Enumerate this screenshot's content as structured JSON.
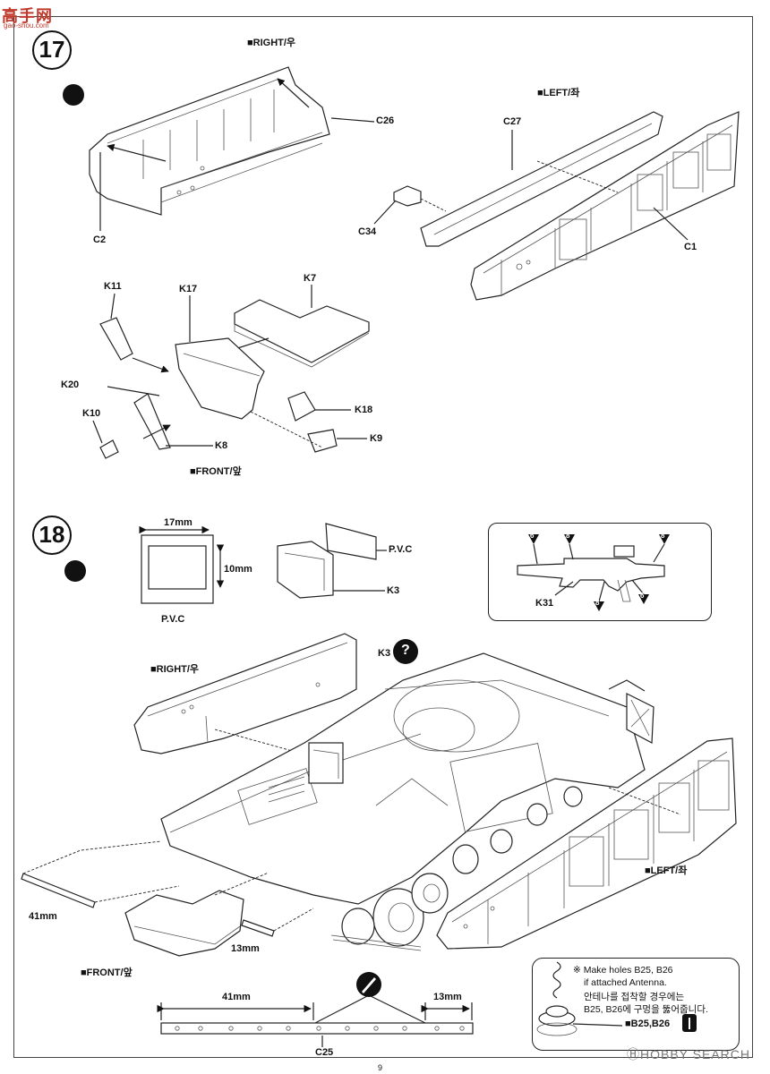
{
  "header": {
    "logo": "高手网",
    "logo_sub": "gao-shou.com"
  },
  "step17": {
    "number": "17",
    "right_label": "■RIGHT/우",
    "left_label": "■LEFT/좌",
    "front_label": "■FRONT/앞",
    "parts": [
      "C26",
      "C2",
      "C27",
      "C34",
      "C1",
      "K7",
      "K11",
      "K17",
      "K20",
      "K18",
      "K10",
      "K9",
      "K8"
    ]
  },
  "step18": {
    "number": "18",
    "pvc_width": "17mm",
    "pvc_height": "10mm",
    "pvc_label": "P.V.C",
    "pvc_label_2": "P.V.C",
    "k3_label": "K3",
    "k3_label_2": "K3",
    "rifle_part": "K31",
    "rifle_colors": [
      "6",
      "8",
      "8",
      "8",
      "6"
    ],
    "right_label": "■RIGHT/우",
    "left_label": "■LEFT/좌",
    "front_label": "■FRONT/앞",
    "strip_41": "41mm",
    "strip_13": "13mm",
    "c25_41": "41mm",
    "c25_13": "13mm",
    "c25_label": "C25",
    "question_mark": "?"
  },
  "note": {
    "line1": "※ Make holes B25, B26",
    "line2": "if attached Antenna.",
    "line3": "안테나를 접착할 경우에는",
    "line4": "B25, B26에 구멍을 뚫어줍니다.",
    "parts": "■B25,B26"
  },
  "footer": {
    "watermark": "ⒽHOBBY SEARCH",
    "page_number": "9"
  }
}
